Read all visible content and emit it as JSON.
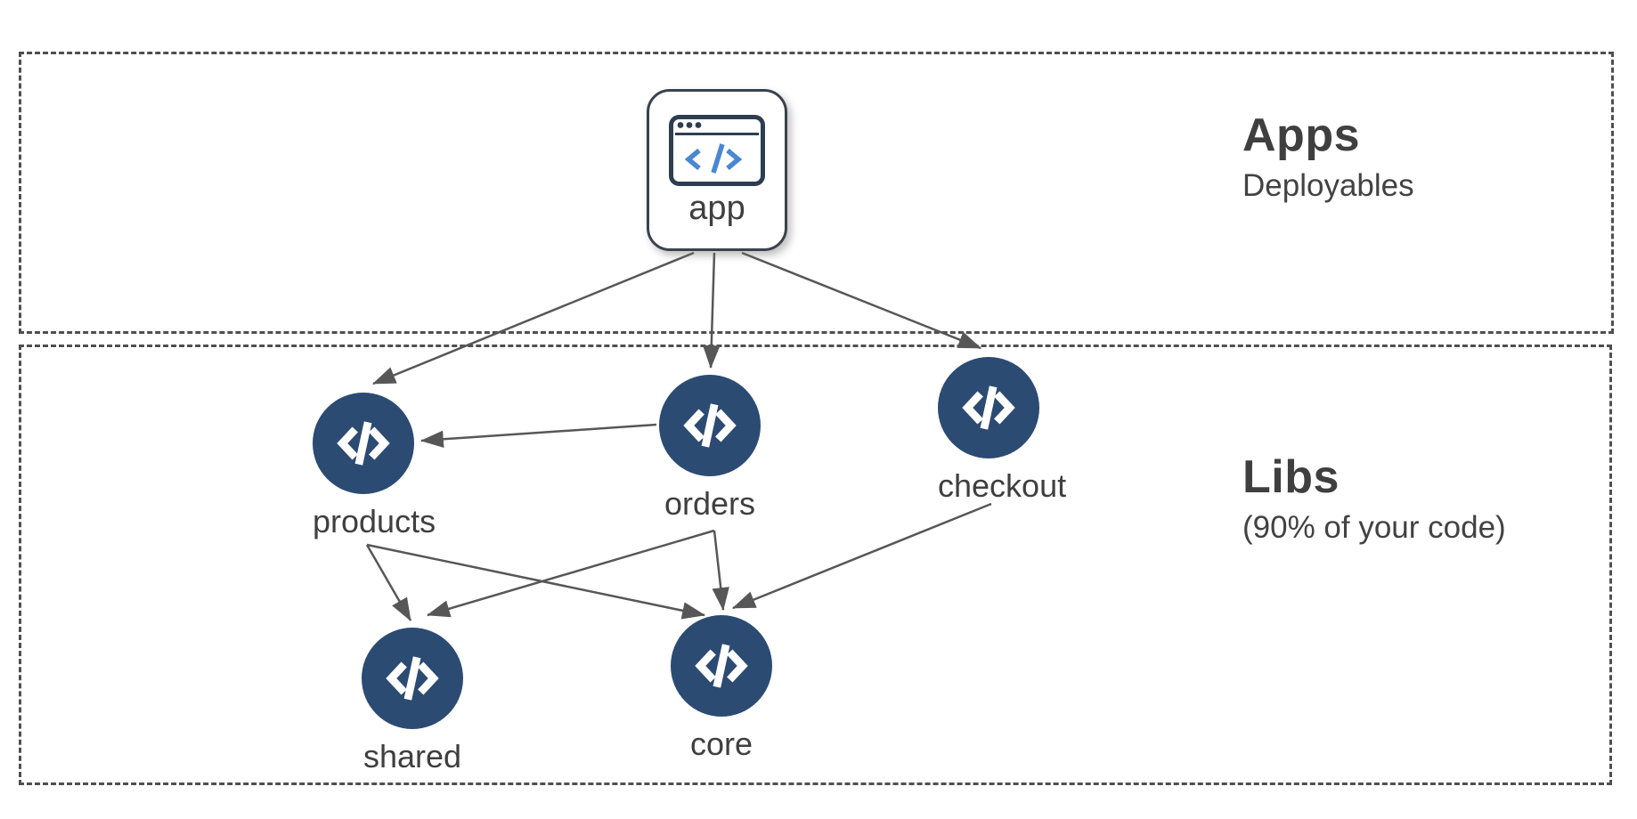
{
  "sections": {
    "apps": {
      "title": "Apps",
      "subtitle": "Deployables"
    },
    "libs": {
      "title": "Libs",
      "subtitle": "(90% of your code)"
    }
  },
  "nodes": {
    "app": {
      "label": "app",
      "type": "application"
    },
    "products": {
      "label": "products",
      "type": "library"
    },
    "orders": {
      "label": "orders",
      "type": "library"
    },
    "checkout": {
      "label": "checkout",
      "type": "library"
    },
    "shared": {
      "label": "shared",
      "type": "library"
    },
    "core": {
      "label": "core",
      "type": "library"
    }
  },
  "edges": [
    {
      "from": "app",
      "to": "products"
    },
    {
      "from": "app",
      "to": "orders"
    },
    {
      "from": "app",
      "to": "checkout"
    },
    {
      "from": "orders",
      "to": "products"
    },
    {
      "from": "products",
      "to": "shared"
    },
    {
      "from": "products",
      "to": "core"
    },
    {
      "from": "orders",
      "to": "shared"
    },
    {
      "from": "orders",
      "to": "core"
    },
    {
      "from": "checkout",
      "to": "core"
    }
  ],
  "icons": {
    "lib_node": "code-icon",
    "app_node": "app-window-icon"
  },
  "colors": {
    "node_fill": "#2c4b73",
    "node_glyph": "#ffffff",
    "app_icon_outline": "#2d3e50",
    "app_icon_code": "#4a87d3",
    "edge": "#575757",
    "section_border": "#4f4f4f",
    "text": "#3f3f3f"
  }
}
